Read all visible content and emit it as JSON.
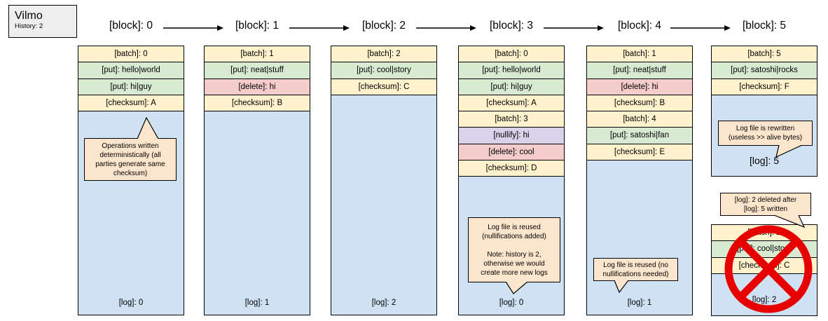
{
  "header": {
    "title": "Vilmo",
    "subtitle": "History: 2"
  },
  "colors": {
    "batch_checksum_row": "#fff2cc",
    "put_row": "#d9ead3",
    "delete_row": "#f4cccc",
    "nullify_row": "#d9d2e9",
    "log_box": "#cfe2f3",
    "callout": "#fce5cd",
    "info_box": "#eeeeee",
    "prohibition_red": "#e60000"
  },
  "blocks": [
    {
      "label": "[block]: 0",
      "ops": [
        {
          "type": "batch",
          "text": "[batch]: 0"
        },
        {
          "type": "put",
          "text": "[put]: hello|world"
        },
        {
          "type": "put",
          "text": "[put]: hi|guy"
        },
        {
          "type": "checksum",
          "text": "[checksum]: A"
        }
      ],
      "log": "[log]: 0"
    },
    {
      "label": "[block]: 1",
      "ops": [
        {
          "type": "batch",
          "text": "[batch]: 1"
        },
        {
          "type": "put",
          "text": "[put]: neat|stuff"
        },
        {
          "type": "delete",
          "text": "[delete]: hi"
        },
        {
          "type": "checksum",
          "text": "[checksum]: B"
        }
      ],
      "log": "[log]: 1"
    },
    {
      "label": "[block]: 2",
      "ops": [
        {
          "type": "batch",
          "text": "[batch]: 2"
        },
        {
          "type": "put",
          "text": "[put]: cool|story"
        },
        {
          "type": "checksum",
          "text": "[checksum]: C"
        }
      ],
      "log": "[log]: 2"
    },
    {
      "label": "[block]: 3",
      "ops": [
        {
          "type": "batch",
          "text": "[batch]: 0"
        },
        {
          "type": "put",
          "text": "[put]: hello|world"
        },
        {
          "type": "put",
          "text": "[put]: hi|guy"
        },
        {
          "type": "checksum",
          "text": "[checksum]: A"
        },
        {
          "type": "batch",
          "text": "[batch]: 3"
        },
        {
          "type": "nullify",
          "text": "[nullify]: hi"
        },
        {
          "type": "delete",
          "text": "[delete]: cool"
        },
        {
          "type": "checksum",
          "text": "[checksum]: D"
        }
      ],
      "log": "[log]: 0"
    },
    {
      "label": "[block]: 4",
      "ops": [
        {
          "type": "batch",
          "text": "[batch]: 1"
        },
        {
          "type": "put",
          "text": "[put]: neat|stuff"
        },
        {
          "type": "delete",
          "text": "[delete]: hi"
        },
        {
          "type": "checksum",
          "text": "[checksum]: B"
        },
        {
          "type": "batch",
          "text": "[batch]: 4"
        },
        {
          "type": "put",
          "text": "[put]: satoshi|fan"
        },
        {
          "type": "checksum",
          "text": "[checksum]: E"
        }
      ],
      "log": "[log]: 1"
    },
    {
      "label": "[block]: 5",
      "ops": [
        {
          "type": "batch",
          "text": "[batch]: 5"
        },
        {
          "type": "put",
          "text": "[put]: satoshi|rocks"
        },
        {
          "type": "checksum",
          "text": "[checksum]: F"
        }
      ],
      "log": "[log]: 5"
    }
  ],
  "deleted_block": {
    "ops": [
      {
        "type": "batch",
        "text": "[batch]: 2"
      },
      {
        "type": "put",
        "text": "[put]: cool|story"
      },
      {
        "type": "checksum",
        "text": "[checksum]: C"
      }
    ],
    "log": "[log]: 2"
  },
  "callouts": {
    "deterministic": "Operations written deterministically (all parties generate same checksum)",
    "rewritten": "Log file is rewritten (useless >> alive bytes)",
    "reused_nullifications": "Log file is reused (nullifications added)\n\nNote: history is 2, otherwise we would create more new logs",
    "reused_clean": "Log file is reused (no nullifications needed)",
    "deleted_after": "[log]: 2 deleted after [log]: 5 written"
  }
}
